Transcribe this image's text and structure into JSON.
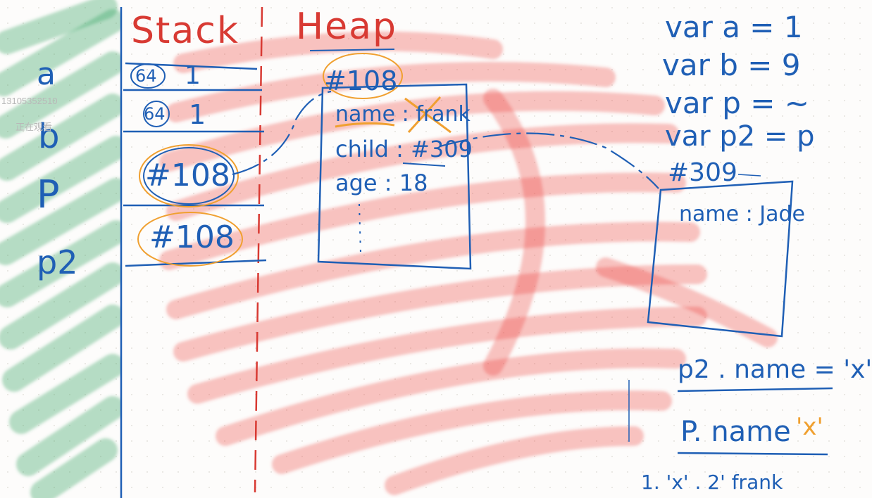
{
  "labels": {
    "stack_title": "Stack",
    "heap_title": "Heap",
    "var_a": "a",
    "var_b": "b",
    "var_p": "P",
    "var_p2": "p2"
  },
  "stack_cells": [
    {
      "marker": "64",
      "value": "1"
    },
    {
      "marker": "64",
      "value": "1"
    },
    {
      "value": "#108"
    },
    {
      "value": "#108"
    }
  ],
  "heap": {
    "object1": {
      "address": "#108",
      "fields": [
        {
          "line": "name : frank"
        },
        {
          "line": "child : #309"
        },
        {
          "line": "age : 18"
        }
      ]
    },
    "object2": {
      "address": "#309",
      "fields": [
        {
          "line": "name : Jade"
        }
      ]
    }
  },
  "code_lines": [
    "var a = 1",
    "var b = 9",
    "var p = ~",
    "var  p2 = p"
  ],
  "notes": {
    "line1": "p2 . name = 'x'",
    "line2": "P. name",
    "line2_answer": "'x'",
    "line3": "1. 'x'   . 2' frank"
  },
  "watermark": {
    "id": "13105352510",
    "status": "正在观看"
  },
  "colors": {
    "ink_blue": "#1f5fb5",
    "ink_red": "#d83a33",
    "highlight_orange": "#f0a030",
    "scribble_red": "#ee4a43",
    "scribble_green": "#3ea86a"
  }
}
